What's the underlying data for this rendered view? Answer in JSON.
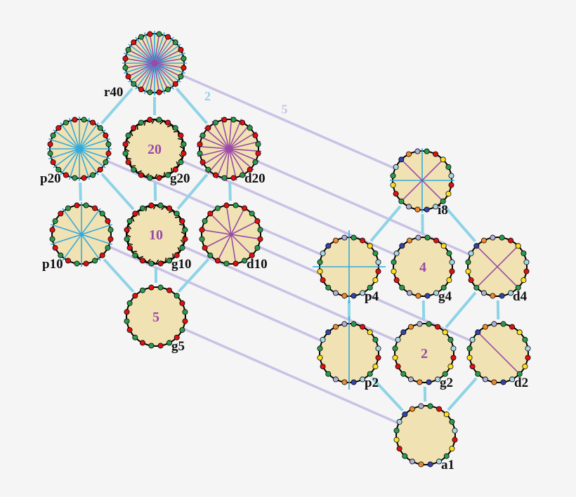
{
  "colors": {
    "background": "#f5f5f5",
    "disk_fill": "#f0e2b2",
    "subgroup_edge": "#8fd3e6",
    "correspondence_edge": "#c9c2e6",
    "reflection_blue": "#33aadd",
    "reflection_purple": "#9b4aa6",
    "center_number": "#9a4aa8"
  },
  "nodes": [
    {
      "id": "r40",
      "label": "r40",
      "kind": "r",
      "order": 40,
      "center_text": ""
    },
    {
      "id": "p20",
      "label": "p20",
      "kind": "p",
      "order": 20,
      "center_text": ""
    },
    {
      "id": "g20",
      "label": "g20",
      "kind": "g",
      "order": 20,
      "center_text": "20"
    },
    {
      "id": "d20",
      "label": "d20",
      "kind": "d",
      "order": 20,
      "center_text": ""
    },
    {
      "id": "p10",
      "label": "p10",
      "kind": "p",
      "order": 10,
      "center_text": ""
    },
    {
      "id": "g10",
      "label": "g10",
      "kind": "g",
      "order": 10,
      "center_text": "10"
    },
    {
      "id": "d10",
      "label": "d10",
      "kind": "d",
      "order": 10,
      "center_text": ""
    },
    {
      "id": "g5",
      "label": "g5",
      "kind": "g",
      "order": 5,
      "center_text": "5"
    },
    {
      "id": "i8",
      "label": "i8",
      "kind": "r",
      "order": 8,
      "center_text": ""
    },
    {
      "id": "p4",
      "label": "p4",
      "kind": "p",
      "order": 4,
      "center_text": ""
    },
    {
      "id": "g4",
      "label": "g4",
      "kind": "g",
      "order": 4,
      "center_text": "4"
    },
    {
      "id": "d4",
      "label": "d4",
      "kind": "d",
      "order": 4,
      "center_text": ""
    },
    {
      "id": "p2",
      "label": "p2",
      "kind": "p",
      "order": 2,
      "center_text": ""
    },
    {
      "id": "g2",
      "label": "g2",
      "kind": "g",
      "order": 2,
      "center_text": "2"
    },
    {
      "id": "d2",
      "label": "d2",
      "kind": "d",
      "order": 2,
      "center_text": ""
    },
    {
      "id": "a1",
      "label": "a1",
      "kind": "a",
      "order": 1,
      "center_text": ""
    }
  ],
  "subgroup_edges": [
    {
      "from": "r40",
      "to": "p20",
      "label": ""
    },
    {
      "from": "r40",
      "to": "g20",
      "label": ""
    },
    {
      "from": "r40",
      "to": "d20",
      "label": "2"
    },
    {
      "from": "p20",
      "to": "p10",
      "label": ""
    },
    {
      "from": "p20",
      "to": "g10",
      "label": ""
    },
    {
      "from": "g20",
      "to": "g10",
      "label": ""
    },
    {
      "from": "d20",
      "to": "g10",
      "label": ""
    },
    {
      "from": "d20",
      "to": "d10",
      "label": ""
    },
    {
      "from": "p10",
      "to": "g5",
      "label": ""
    },
    {
      "from": "g10",
      "to": "g5",
      "label": ""
    },
    {
      "from": "d10",
      "to": "g5",
      "label": ""
    },
    {
      "from": "i8",
      "to": "p4",
      "label": ""
    },
    {
      "from": "i8",
      "to": "g4",
      "label": ""
    },
    {
      "from": "i8",
      "to": "d4",
      "label": ""
    },
    {
      "from": "p4",
      "to": "p2",
      "label": ""
    },
    {
      "from": "g4",
      "to": "g2",
      "label": ""
    },
    {
      "from": "d4",
      "to": "g2",
      "label": ""
    },
    {
      "from": "d4",
      "to": "d2",
      "label": ""
    },
    {
      "from": "p2",
      "to": "a1",
      "label": ""
    },
    {
      "from": "g2",
      "to": "a1",
      "label": ""
    },
    {
      "from": "d2",
      "to": "a1",
      "label": ""
    }
  ],
  "correspondence_edges": [
    {
      "from": "r40",
      "to": "i8",
      "label": "5"
    },
    {
      "from": "p20",
      "to": "p4",
      "label": ""
    },
    {
      "from": "g20",
      "to": "g4",
      "label": ""
    },
    {
      "from": "d20",
      "to": "d4",
      "label": ""
    },
    {
      "from": "p10",
      "to": "p2",
      "label": ""
    },
    {
      "from": "g10",
      "to": "g2",
      "label": ""
    },
    {
      "from": "d10",
      "to": "d2",
      "label": ""
    },
    {
      "from": "g5",
      "to": "a1",
      "label": ""
    }
  ],
  "vertex_palette_left": [
    "#dd1111",
    "#2e9a4e",
    "#dd1111",
    "#2e9a4e"
  ],
  "vertex_palette_right": [
    "#dd1111",
    "#ffe020",
    "#2e9a4e",
    "#a8d8e8",
    "#3344aa",
    "#f08a30",
    "#b0b0d8",
    "#2e9a4e"
  ]
}
